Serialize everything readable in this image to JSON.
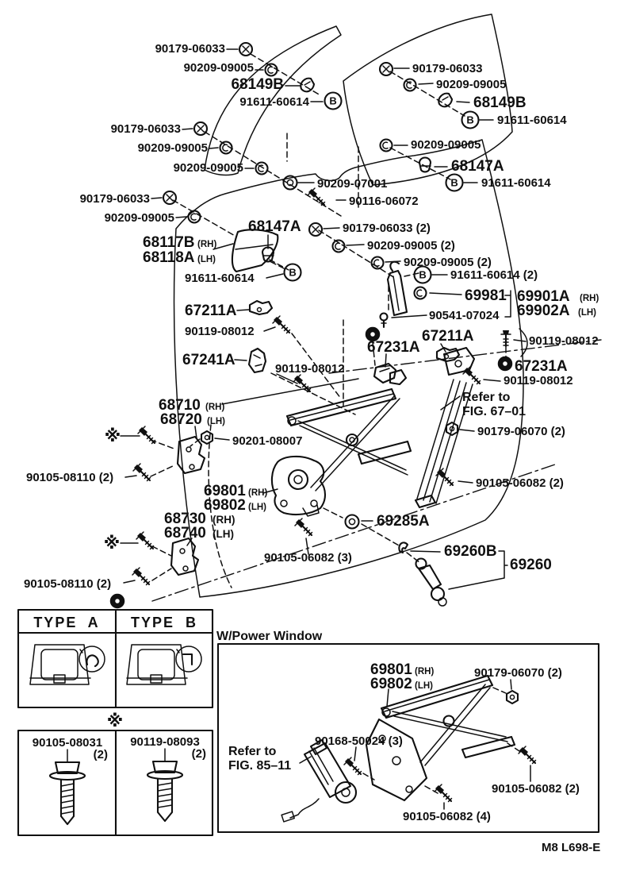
{
  "title": "Front door window regulator and glass parts diagram",
  "glyphs": {
    "circled_b": "B",
    "ref_mark": "※"
  },
  "parts": {
    "p90179_06033": "90179-06033",
    "p90209_09005": "90209-09005",
    "p68149B": "68149B",
    "p91611_60614": "91611-60614",
    "p68147A": "68147A",
    "p90209_07001": "90209-07001",
    "p90116_06072": "90116-06072",
    "p90179_06033_x2": "90179-06033 (2)",
    "p90209_09005_x2": "90209-09005 (2)",
    "p91611_60614_x2": "91611-60614 (2)",
    "p68117B": "68117B",
    "p68118A": "68118A",
    "p69981": "69981",
    "p69901A": "69901A",
    "p69902A": "69902A",
    "p90541_07024": "90541-07024",
    "p67211A": "67211A",
    "p90119_08012": "90119-08012",
    "p67241A": "67241A",
    "p67231A": "67231A",
    "p90179_06070_x2": "90179-06070 (2)",
    "p90105_06082_x2": "90105-06082 (2)",
    "p90105_06082_x3": "90105-06082 (3)",
    "p90105_06082_x4": "90105-06082 (4)",
    "p68710": "68710",
    "p68720": "68720",
    "p68730": "68730",
    "p68740": "68740",
    "p69801": "69801",
    "p69802": "69802",
    "rh": "(RH)",
    "lh": "(LH)",
    "p90201_08007": "90201-08007",
    "p90105_08110_x2": "90105-08110 (2)",
    "p69285A": "69285A",
    "p69260B": "69260B",
    "p69260": "69260",
    "p90105_08031": "90105-08031",
    "p90119_08093": "90119-08093",
    "qty2": "(2)",
    "p90168_50024_x3": "90168-50024 (3)",
    "p90541_stud": "90541-07024"
  },
  "notes": {
    "refer_to": "Refer to",
    "fig_67": "FIG. 67–01",
    "fig_85": "FIG. 85–11",
    "w_power_window": "W/Power Window",
    "type_a": "TYPE A",
    "type_b": "TYPE B",
    "footer_code": "M8 L698-E"
  }
}
